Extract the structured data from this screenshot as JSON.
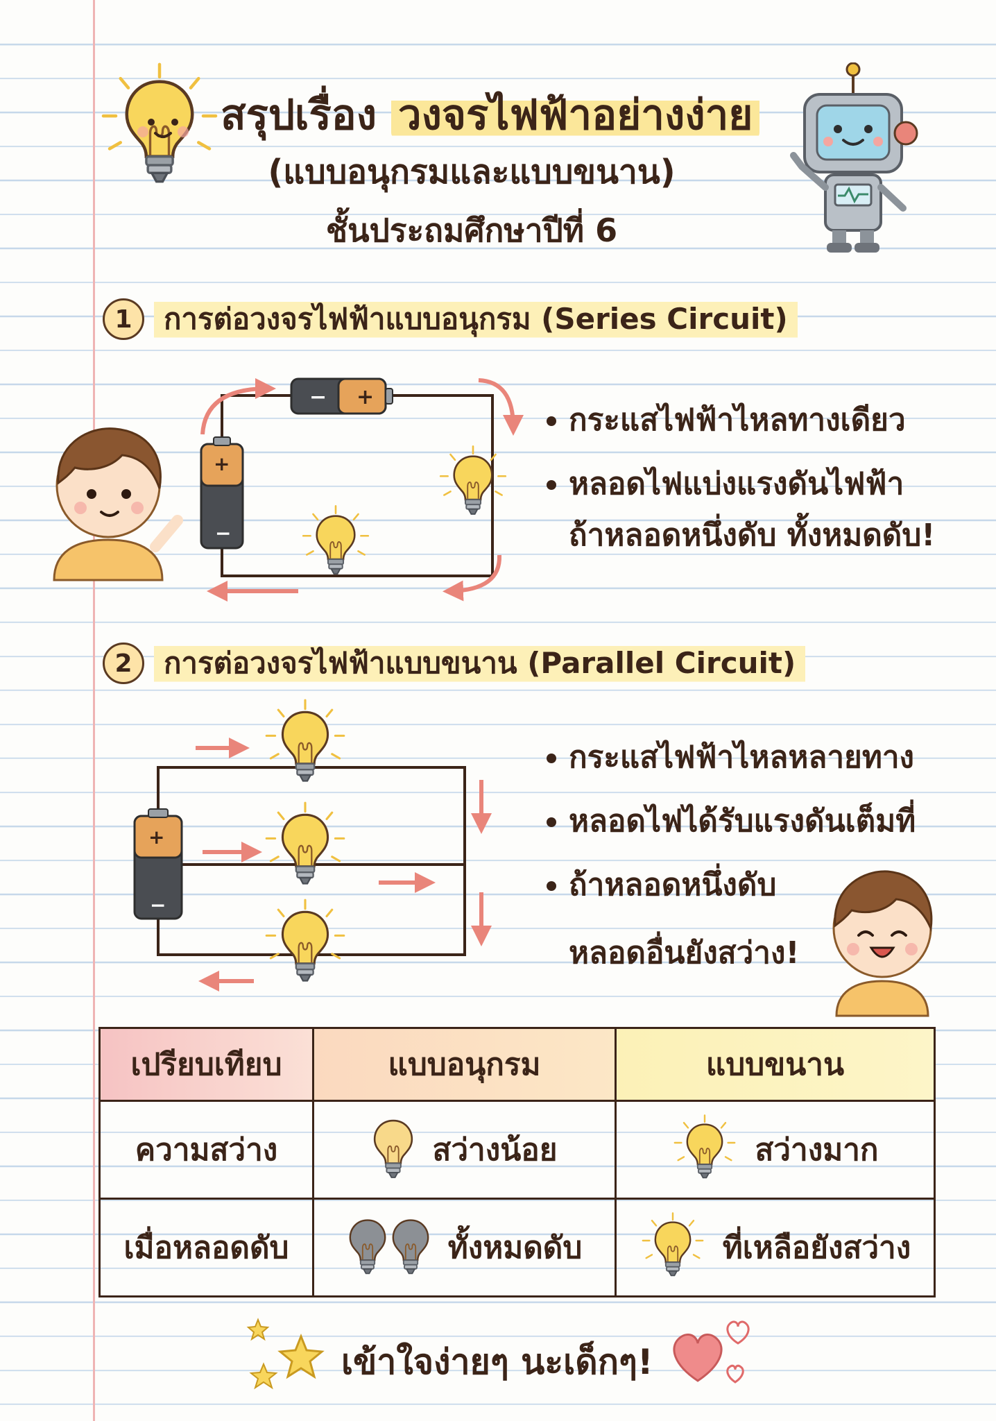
{
  "header": {
    "title_prefix": "สรุปเรื่อง",
    "title_highlight": "วงจรไฟฟ้าอย่างง่าย",
    "subtitle": "(แบบอนุกรมและแบบขนาน)",
    "grade": "ชั้นประถมศึกษาปีที่ 6"
  },
  "series": {
    "number": "1",
    "title": "การต่อวงจรไฟฟ้าแบบอนุกรม (Series Circuit)",
    "bullets": [
      "กระแสไฟฟ้าไหลทางเดียว",
      "หลอดไฟแบ่งแรงดันไฟฟ้า"
    ],
    "bullet_continuation": "ถ้าหลอดหนึ่งดับ ทั้งหมดดับ!"
  },
  "parallel": {
    "number": "2",
    "title": "การต่อวงจรไฟฟ้าแบบขนาน (Parallel Circuit)",
    "bullets": [
      "กระแสไฟฟ้าไหลหลายทาง",
      "หลอดไฟได้รับแรงดันเต็มที่",
      "ถ้าหลอดหนึ่งดับ"
    ],
    "bullet_continuation": "หลอดอื่นยังสว่าง!"
  },
  "battery_signs": {
    "plus": "+",
    "minus": "−"
  },
  "comparison": {
    "headers": [
      "เปรียบเทียบ",
      "แบบอนุกรม",
      "แบบขนาน"
    ],
    "rows": [
      {
        "label": "ความสว่าง",
        "series": "สว่างน้อย",
        "parallel": "สว่างมาก"
      },
      {
        "label": "เมื่อหลอดดับ",
        "series": "ทั้งหมดดับ",
        "parallel": "ที่เหลือยังสว่าง"
      }
    ]
  },
  "footer": {
    "text": "เข้าใจง่ายๆ นะเด็กๆ!"
  },
  "colors": {
    "bulb_yellow": "#f8d65c",
    "bulb_pale": "#f8d98a",
    "bulb_off": "#8c9095",
    "wire": "#3b2418",
    "arrow": "#e9857a",
    "highlight": "#fbe79a"
  },
  "icons": [
    "lightbulb-icon",
    "robot-icon",
    "boy-icon",
    "battery-icon",
    "arrow-icon",
    "star-icon",
    "heart-icon"
  ]
}
